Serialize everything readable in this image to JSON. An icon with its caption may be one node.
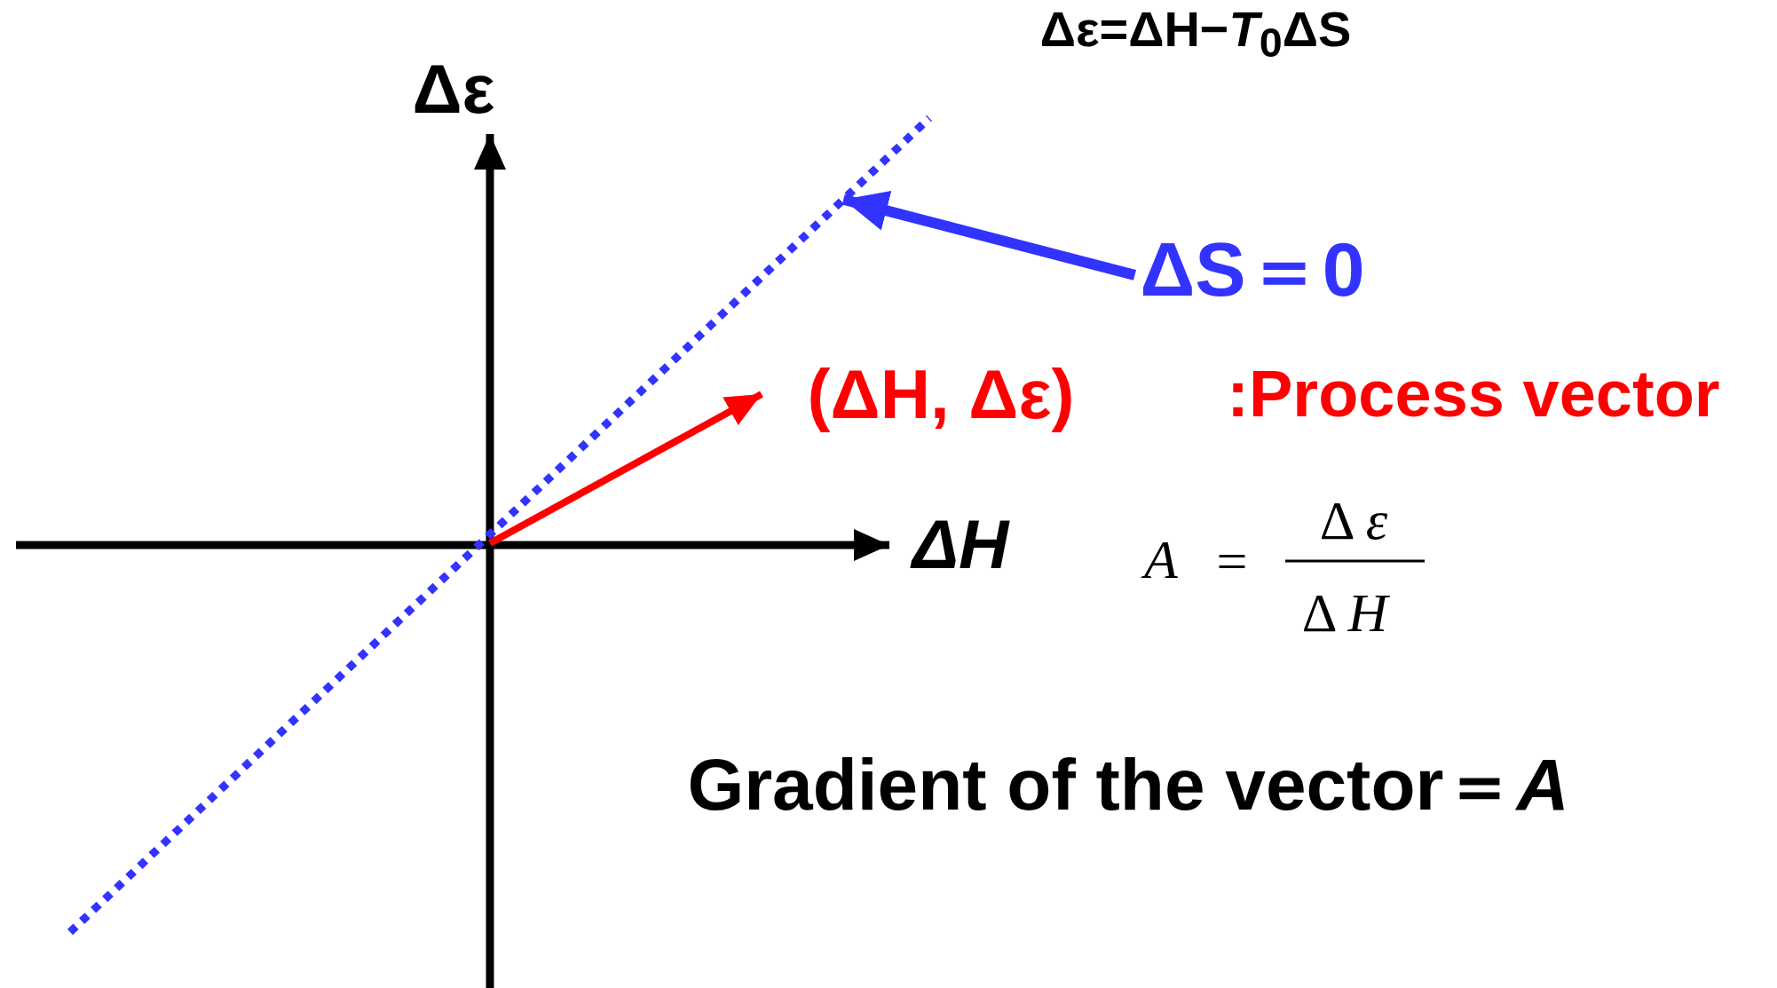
{
  "diagram": {
    "nodes": [
      {
        "text": [
          "ΔS＝0"
        ]
      },
      {
        "text": [],
        "shape": "line"
      }
    ],
    "edges": [
      {
        "from": 0,
        "to": 1,
        "arrow": "to"
      }
    ],
    "labels": [
      "Δε=ΔH−*T*$_{0}$ΔS",
      "Δε",
      "(ΔH, Δε)",
      ":Process vector",
      "ΔH",
      "*A*",
      "=",
      "Δ *ε*",
      "Δ *H*",
      "Gradient of the vector＝*A*"
    ]
  }
}
